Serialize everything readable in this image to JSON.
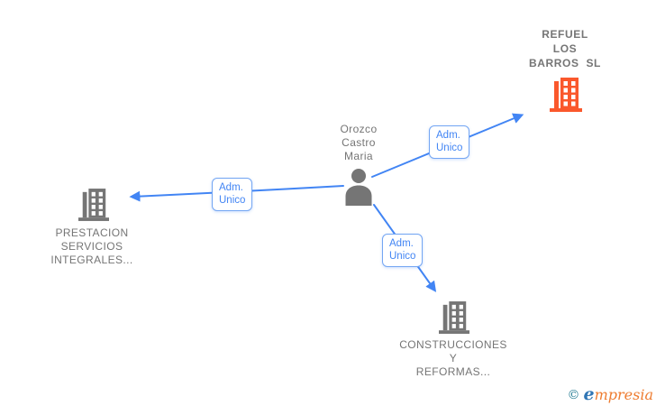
{
  "diagram": {
    "person": {
      "name_lines": [
        "Orozco",
        "Castro",
        "Maria"
      ]
    },
    "companies": {
      "refuel": {
        "name_lines": [
          "REFUEL",
          "LOS",
          "BARROS  SL"
        ],
        "highlighted": true
      },
      "prestacion": {
        "name_lines": [
          "PRESTACION",
          "SERVICIOS",
          "INTEGRALES..."
        ],
        "highlighted": false
      },
      "construcciones": {
        "name_lines": [
          "CONSTRUCCIONES",
          "Y",
          "REFORMAS..."
        ],
        "highlighted": false
      }
    },
    "edges": {
      "refuel": {
        "label_lines": [
          "Adm.",
          "Unico"
        ]
      },
      "prestacion": {
        "label_lines": [
          "Adm.",
          "Unico"
        ]
      },
      "construcciones": {
        "label_lines": [
          "Adm.",
          "Unico"
        ]
      }
    }
  },
  "colors": {
    "node_gray": "#757575",
    "highlight_orange": "#fa582c",
    "edge_blue": "#4285f4",
    "edge_label_border": "#74a6f3",
    "edge_label_text": "#4285f4",
    "watermark_teal": "#2a7f96",
    "watermark_blue": "#3076b5",
    "watermark_orange": "#ee7c30"
  },
  "watermark": {
    "copyright": "©",
    "brand_initial": "e",
    "brand_rest": "mpresia"
  }
}
